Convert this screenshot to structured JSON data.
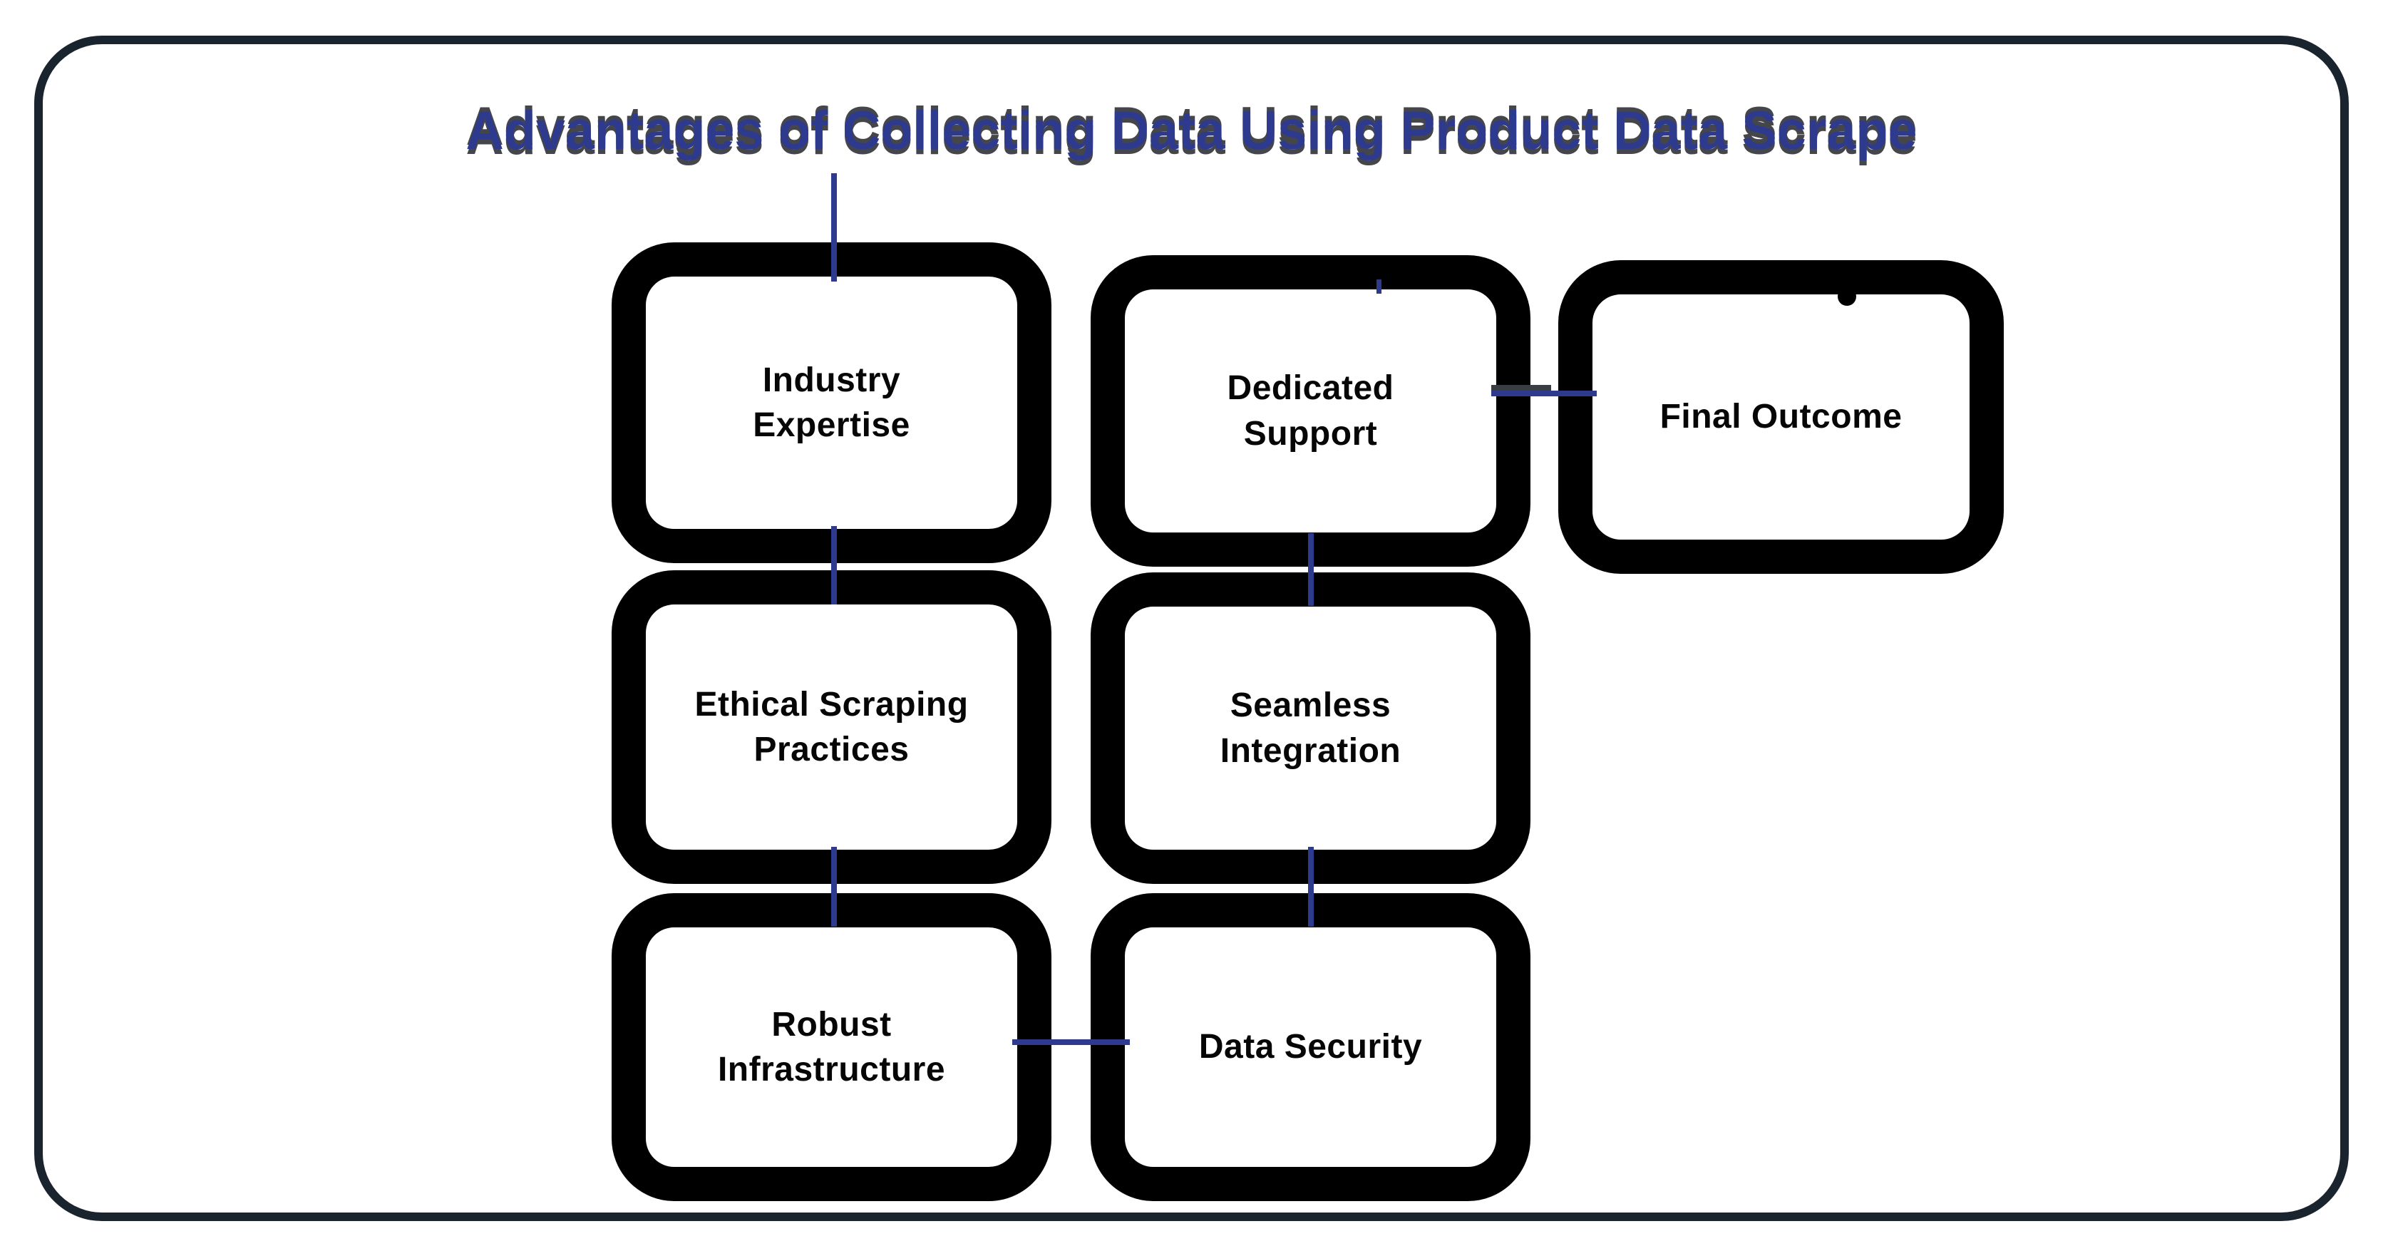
{
  "title": {
    "text": "Advantages of Collecting Data Using Product Data Scrape",
    "color": "#2d3a8e",
    "shadow_color": "#45464b"
  },
  "diagram": {
    "nodes": [
      {
        "id": "industry-expertise",
        "label": "Industry\nExpertise"
      },
      {
        "id": "ethical-scraping-practices",
        "label": "Ethical Scraping\nPractices"
      },
      {
        "id": "robust-infrastructure",
        "label": "Robust\nInfrastructure"
      },
      {
        "id": "dedicated-support",
        "label": "Dedicated\nSupport"
      },
      {
        "id": "seamless-integration",
        "label": "Seamless\nIntegration"
      },
      {
        "id": "data-security",
        "label": "Data Security"
      },
      {
        "id": "final-outcome",
        "label": "Final Outcome"
      }
    ],
    "connections": [
      {
        "from": "title",
        "to": "industry-expertise"
      },
      {
        "from": "industry-expertise",
        "to": "ethical-scraping-practices"
      },
      {
        "from": "ethical-scraping-practices",
        "to": "robust-infrastructure"
      },
      {
        "from": "robust-infrastructure",
        "to": "data-security"
      },
      {
        "from": "data-security",
        "to": "seamless-integration"
      },
      {
        "from": "seamless-integration",
        "to": "dedicated-support"
      },
      {
        "from": "dedicated-support",
        "to": "final-outcome"
      }
    ]
  },
  "colors": {
    "background": "#ffffff",
    "frame_border": "#1a242f",
    "box_border": "#000000",
    "box_fill": "#ffffff",
    "box_text": "#060606",
    "connector": "#2d3a8e",
    "connector_shadow": "#3a3d42"
  }
}
